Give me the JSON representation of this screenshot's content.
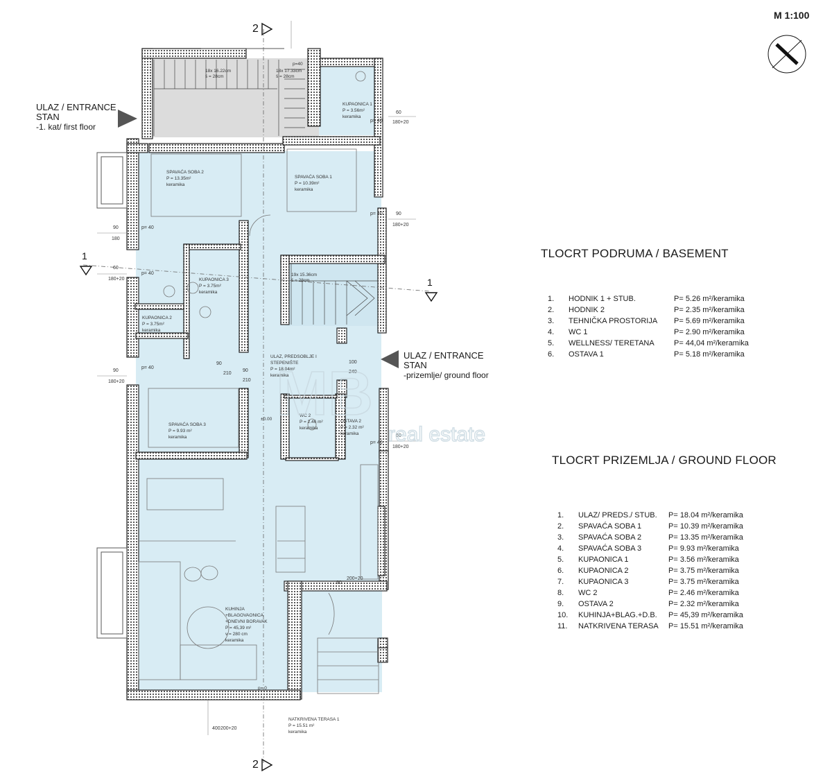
{
  "scale": "M 1:100",
  "basement": {
    "title": "TLOCRT PODRUMA / BASEMENT",
    "rooms": [
      {
        "no": "1.",
        "name": "HODNIK 1 + STUB.",
        "area": "P= 5.26 m²/keramika"
      },
      {
        "no": "2.",
        "name": "HODNIK 2",
        "area": "P= 2.35 m²/keramika"
      },
      {
        "no": "3.",
        "name": "TEHNIČKA PROSTORIJA",
        "area": "P= 5.69 m²/keramika"
      },
      {
        "no": "4.",
        "name": "WC 1",
        "area": "P= 2.90 m²/keramika"
      },
      {
        "no": "5.",
        "name": "WELLNESS/ TERETANA",
        "area": "P= 44,04 m²/keramika"
      },
      {
        "no": "6.",
        "name": "OSTAVA 1",
        "area": "P= 5.18 m²/keramika"
      }
    ]
  },
  "ground": {
    "title": "TLOCRT PRIZEMLJA / GROUND FLOOR",
    "rooms": [
      {
        "no": "1.",
        "name": "ULAZ/ PREDS./ STUB.",
        "area": "P= 18.04 m²/keramika"
      },
      {
        "no": "2.",
        "name": "SPAVAĆA SOBA 1",
        "area": "P= 10.39 m²/keramika"
      },
      {
        "no": "3.",
        "name": "SPAVAĆA SOBA 2",
        "area": "P= 13.35 m²/keramika"
      },
      {
        "no": "4.",
        "name": "SPAVAĆA SOBA 3",
        "area": "P= 9.93 m²/keramika"
      },
      {
        "no": "5.",
        "name": "KUPAONICA 1",
        "area": "P= 3.56 m²/keramika"
      },
      {
        "no": "6.",
        "name": "KUPAONICA 2",
        "area": "P= 3.75 m²/keramika"
      },
      {
        "no": "7.",
        "name": "KUPAONICA 3",
        "area": "P= 3.75 m²/keramika"
      },
      {
        "no": "8.",
        "name": "WC 2",
        "area": "P= 2.46 m²/keramika"
      },
      {
        "no": "9.",
        "name": "OSTAVA 2",
        "area": "P= 2.32 m²/keramika"
      },
      {
        "no": "10.",
        "name": "KUHINJA+BLAG.+D.B.",
        "area": "P= 45,39 m²/keramika"
      },
      {
        "no": "11.",
        "name": "NATKRIVENA TERASA",
        "area": "P= 15.51 m²/keramika"
      }
    ]
  },
  "entrances": {
    "first": {
      "line1": "ULAZ / ENTRANCE",
      "line2": "STAN",
      "line3": "-1. kat/ first floor"
    },
    "ground": {
      "line1": "ULAZ / ENTRANCE",
      "line2": "STAN",
      "line3": "-prizemlje/ ground floor"
    }
  },
  "plan_labels": {
    "kup1": [
      "KUPAONICA 1",
      "P = 3.56m²",
      "keramika"
    ],
    "soba2": [
      "SPAVAĆA SOBA 2",
      "P = 13.35m²",
      "keramika"
    ],
    "soba1": [
      "SPAVAĆA SOBA 1",
      "P = 10.39m²",
      "keramika"
    ],
    "kup3": [
      "KUPAONICA 3",
      "P = 3.75m²",
      "keramika"
    ],
    "kup2": [
      "KUPAONICA 2",
      "P = 3.75m²",
      "keramika"
    ],
    "ulaz": [
      "ULAZ, PREDSOBLJE I",
      "STEPENIŠTE",
      "P = 18.04m²",
      "keramika"
    ],
    "soba3": [
      "SPAVAĆA SOBA 3",
      "P = 9.93 m²",
      "keramika"
    ],
    "wc2": [
      "WC 2",
      "P = 2.46 m²",
      "keramika"
    ],
    "ostava2": [
      "OSTAVA 2",
      "P = 2.32 m²",
      "keramika"
    ],
    "kuhinja": [
      "KUHINJA",
      "+BLAGOVAONICA",
      "+DNEVNI BORAVAK",
      "P = 45,39 m²",
      "v = 280 cm",
      "keramika"
    ],
    "terasa": [
      "NATKRIVENA TERASA 1",
      "P = 15.51 m²",
      "keramika"
    ],
    "stairs_top_a": [
      "18x 16.22cm",
      "š = 28cm"
    ],
    "stairs_top_b": [
      "18x 17.33cm",
      "š = 28cm"
    ],
    "stairs_mid": [
      "19x 15.36cm",
      "š = 28cm"
    ],
    "levels": {
      "top": "p=40",
      "bottom": "p= 0",
      "ground": "±0.00"
    },
    "section_marks": {
      "s2": "2",
      "s1": "1"
    },
    "dims": {
      "d60": "60",
      "d180_20": "180+20",
      "d90": "90",
      "d180": "180",
      "d210": "210",
      "d240": "240",
      "d100": "100",
      "d40": "40",
      "d200_20": "200+20",
      "d400": "400",
      "dp40": "p= 40"
    }
  },
  "watermark": {
    "line1": "MB",
    "line2": "real estate"
  }
}
